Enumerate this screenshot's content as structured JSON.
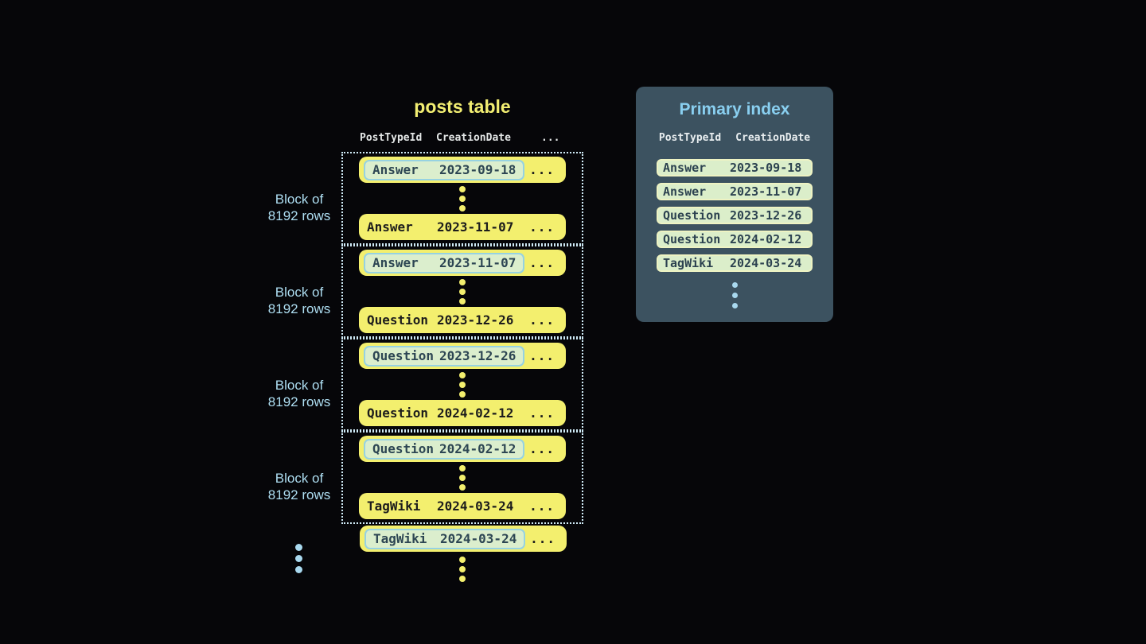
{
  "posts_table": {
    "title": "posts table",
    "headers": {
      "col1": "PostTypeId",
      "col2": "CreationDate",
      "more": "..."
    },
    "ellipsis": "...",
    "block_label": {
      "line1": "Block of",
      "line2": "8192 rows"
    },
    "blocks": [
      {
        "first_row": {
          "post_type": "Answer",
          "creation_date": "2023-09-18"
        },
        "last_row": {
          "post_type": "Answer",
          "creation_date": "2023-11-07"
        }
      },
      {
        "first_row": {
          "post_type": "Answer",
          "creation_date": "2023-11-07"
        },
        "last_row": {
          "post_type": "Question",
          "creation_date": "2023-12-26"
        }
      },
      {
        "first_row": {
          "post_type": "Question",
          "creation_date": "2023-12-26"
        },
        "last_row": {
          "post_type": "Question",
          "creation_date": "2024-02-12"
        }
      },
      {
        "first_row": {
          "post_type": "Question",
          "creation_date": "2024-02-12"
        },
        "last_row": {
          "post_type": "TagWiki",
          "creation_date": "2024-03-24"
        }
      }
    ],
    "overflow_row": {
      "post_type": "TagWiki",
      "creation_date": "2024-03-24"
    }
  },
  "primary_index": {
    "title": "Primary index",
    "headers": {
      "col1": "PostTypeId",
      "col2": "CreationDate"
    },
    "rows": [
      {
        "post_type": "Answer",
        "creation_date": "2023-09-18"
      },
      {
        "post_type": "Answer",
        "creation_date": "2023-11-07"
      },
      {
        "post_type": "Question",
        "creation_date": "2023-12-26"
      },
      {
        "post_type": "Question",
        "creation_date": "2024-02-12"
      },
      {
        "post_type": "TagWiki",
        "creation_date": "2024-03-24"
      }
    ]
  },
  "colors": {
    "background": "#060609",
    "row_yellow": "#f3ef6e",
    "highlight_mint": "#dbeecd",
    "highlight_border_cyan": "#96d2e2",
    "index_row_mint": "#dbeeca",
    "index_row_border": "#eef3c3",
    "panel_slate": "#3c5260",
    "accent_light_blue": "#a9d9ef",
    "title_yellow": "#f2ee72",
    "title_blue": "#89cff0",
    "block_dotted_border": "#cfeaf6",
    "dark_text": "#1c1c1c",
    "slate_text": "#2d4653",
    "header_text": "#e4e7e7"
  }
}
